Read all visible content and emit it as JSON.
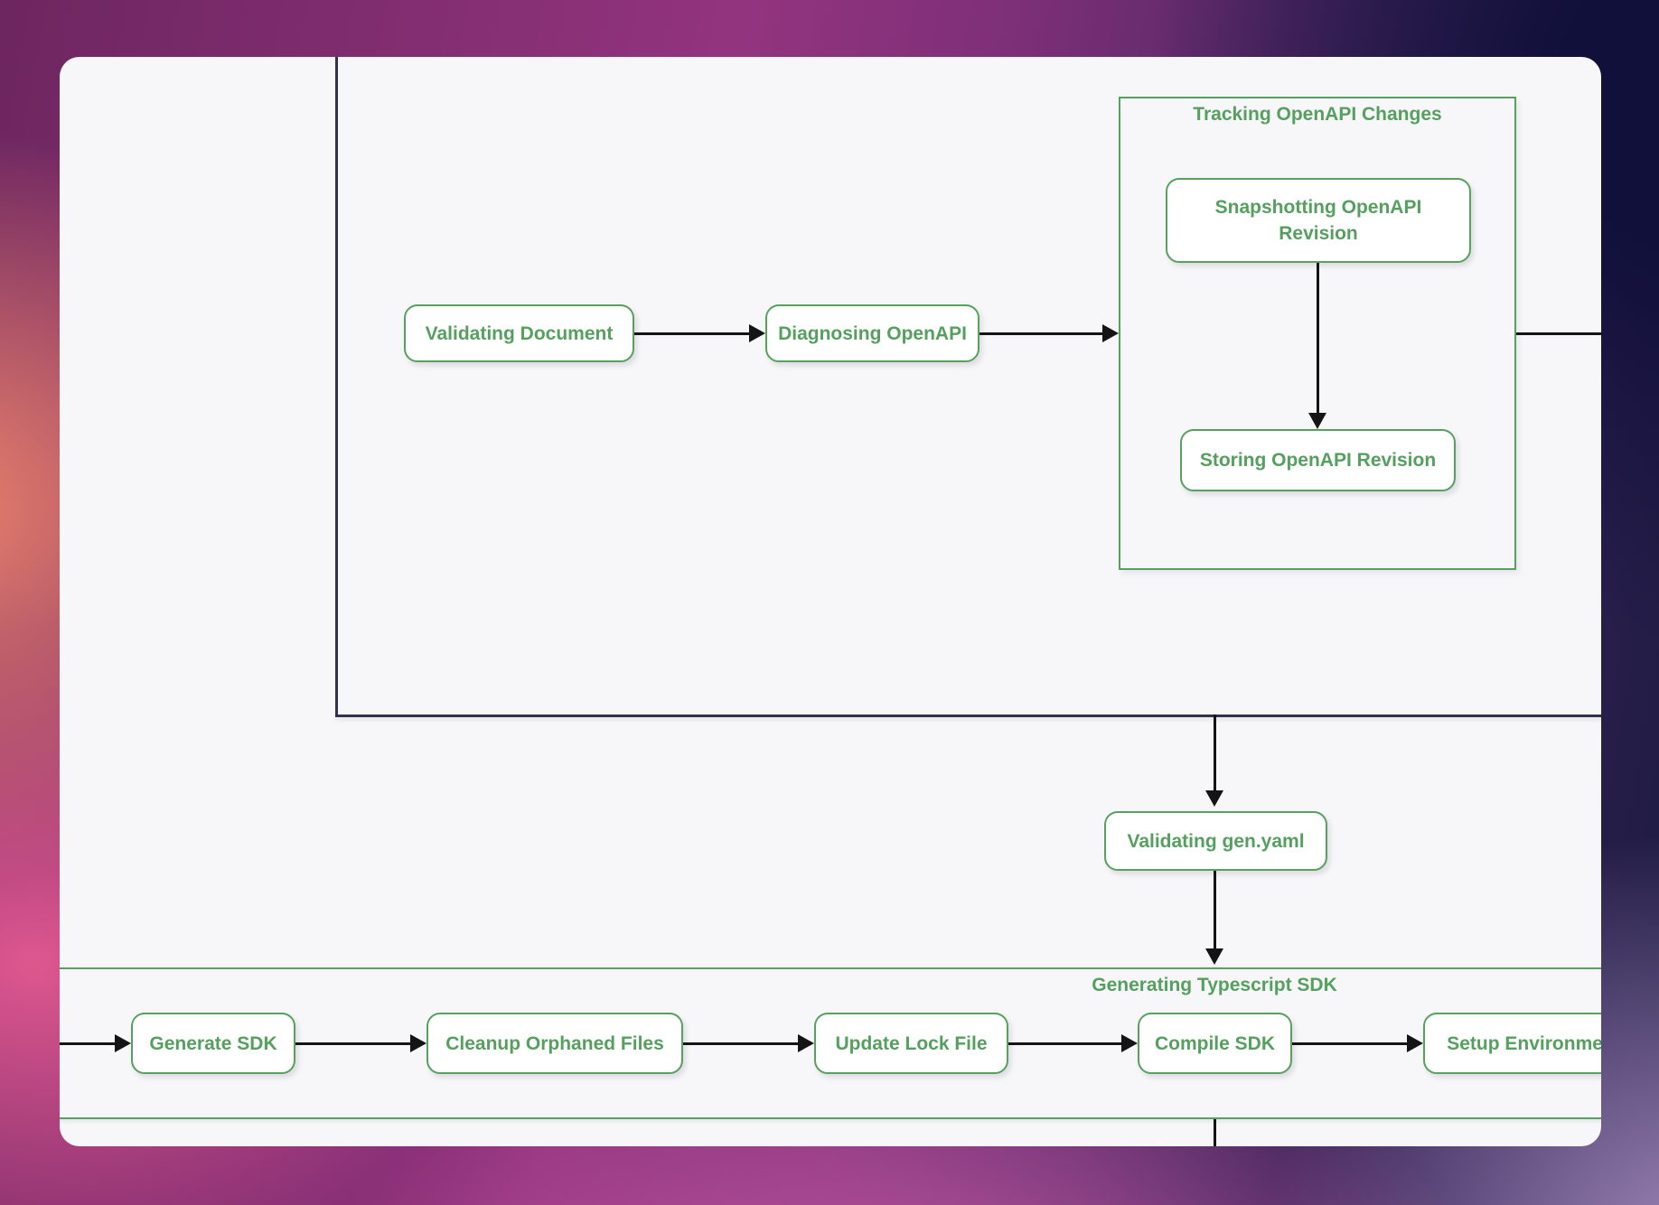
{
  "diagram": {
    "clusters": {
      "tracking_title": "Tracking OpenAPI Changes",
      "generating_title": "Generating Typescript SDK"
    },
    "nodes": {
      "validating_document": "Validating Document",
      "diagnosing_openapi": "Diagnosing OpenAPI",
      "snapshotting_openapi_revision": "Snapshotting OpenAPI Revision",
      "storing_openapi_revision": "Storing OpenAPI Revision",
      "validating_gen_yaml": "Validating gen.yaml",
      "generate_sdk": "Generate SDK",
      "cleanup_orphaned_files": "Cleanup Orphaned Files",
      "update_lock_file": "Update Lock File",
      "compile_sdk": "Compile SDK",
      "setup_environment": "Setup Environment"
    },
    "colors": {
      "accent_green": "#57a15e",
      "outer_container_border": "#32324e",
      "edge_black": "#141414",
      "card_background": "#f7f7f9",
      "node_background": "#ffffff"
    }
  }
}
